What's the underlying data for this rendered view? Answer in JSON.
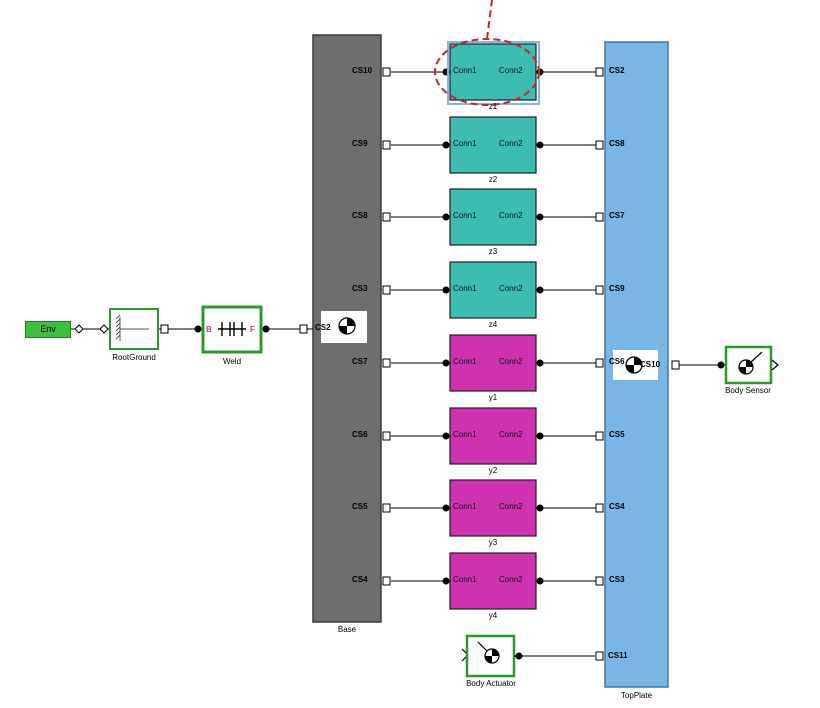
{
  "env_label": "Env",
  "root_ground_label": "RootGround",
  "weld": {
    "label": "Weld",
    "port_b": "B",
    "port_f": "F"
  },
  "base": {
    "label": "Base",
    "fill": "#6e6e6e"
  },
  "top_plate": {
    "label": "TopPlate",
    "fill": "#79b6e6"
  },
  "base_ports": [
    "CS10",
    "CS9",
    "CS8",
    "CS3",
    "CS7",
    "CS6",
    "CS5",
    "CS4"
  ],
  "base_ground_port": "CS2",
  "top_ports": [
    "CS2",
    "CS8",
    "CS7",
    "CS9",
    "CS6",
    "CS5",
    "CS4",
    "CS3"
  ],
  "top_sensor_port": "CS10",
  "top_actuator_port": "CS11",
  "joints": [
    {
      "name": "z1",
      "conn1": "Conn1",
      "conn2": "Conn2",
      "color": "#3dbdb2"
    },
    {
      "name": "z2",
      "conn1": "Conn1",
      "conn2": "Conn2",
      "color": "#3dbdb2"
    },
    {
      "name": "z3",
      "conn1": "Conn1",
      "conn2": "Conn2",
      "color": "#3dbdb2"
    },
    {
      "name": "z4",
      "conn1": "Conn1",
      "conn2": "Conn2",
      "color": "#3dbdb2"
    },
    {
      "name": "y1",
      "conn1": "Conn1",
      "conn2": "Conn2",
      "color": "#cf32b0"
    },
    {
      "name": "y2",
      "conn1": "Conn1",
      "conn2": "Conn2",
      "color": "#cf32b0"
    },
    {
      "name": "y3",
      "conn1": "Conn1",
      "conn2": "Conn2",
      "color": "#cf32b0"
    },
    {
      "name": "y4",
      "conn1": "Conn1",
      "conn2": "Conn2",
      "color": "#cf32b0"
    }
  ],
  "body_sensor_label": "Body Sensor",
  "body_actuator_label": "Body Actuator",
  "colors": {
    "highlight": "#c0282a",
    "wire": "#000000",
    "green_frame": "#2a9a2a"
  }
}
